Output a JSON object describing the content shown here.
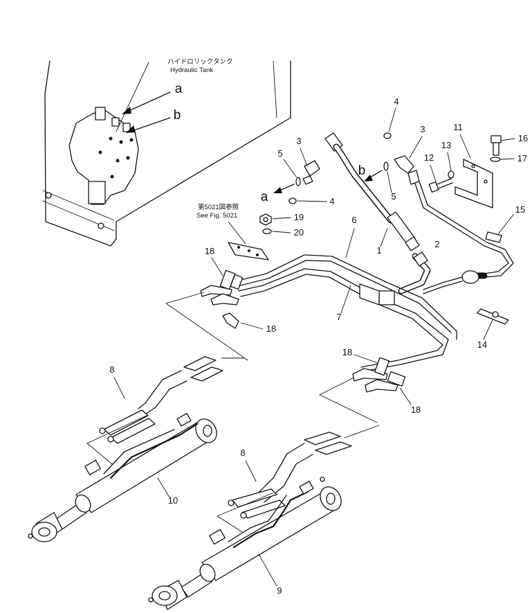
{
  "labels": {
    "tank_jp": "ハイドロリックタンク",
    "tank_en": "Hydraulic  Tank",
    "ref_jp": "第5021図参照",
    "ref_en": "See Fig. 5021",
    "letter_a": "a",
    "letter_b": "b"
  },
  "callouts": {
    "c1": "1",
    "c2": "2",
    "c3a": "3",
    "c3b": "3",
    "c4a": "4",
    "c4b": "4",
    "c5a": "5",
    "c5b": "5",
    "c6": "6",
    "c7": "7",
    "c8a": "8",
    "c8b": "8",
    "c9": "9",
    "c10": "10",
    "c11": "11",
    "c12": "12",
    "c13": "13",
    "c14": "14",
    "c15": "15",
    "c16": "16",
    "c17": "17",
    "c18a": "18",
    "c18b": "18",
    "c18c": "18",
    "c18d": "18",
    "c19": "19",
    "c20": "20"
  }
}
